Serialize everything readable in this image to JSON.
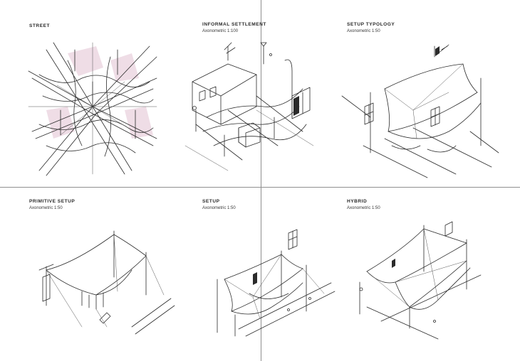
{
  "panels": [
    {
      "title": "STREET",
      "subtitle": ""
    },
    {
      "title": "INFORMAL SETTLEMENT",
      "subtitle": "Axonometric 1:100"
    },
    {
      "title": "SETUP TYPOLOGY",
      "subtitle": "Axonometric 1:50"
    },
    {
      "title": "PRIMITIVE SETUP",
      "subtitle": "Axonometric 1:50"
    },
    {
      "title": "SETUP",
      "subtitle": "Axonometric 1:50"
    },
    {
      "title": "HYBRID",
      "subtitle": "Axonometric 1:50"
    }
  ],
  "colors": {
    "accent_pink": "#efdde6",
    "line": "#2b2b2b",
    "divider": "#8f8f8f"
  }
}
